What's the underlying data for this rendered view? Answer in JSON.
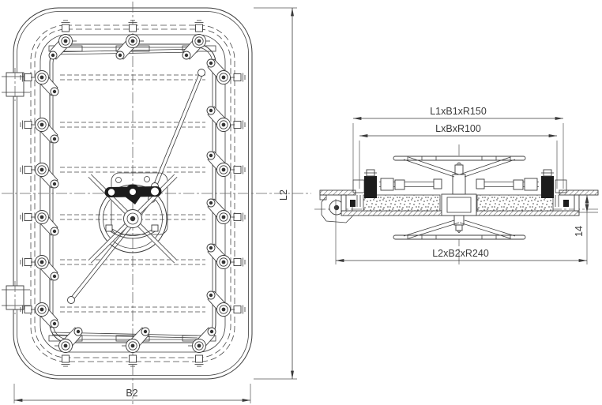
{
  "drawing": {
    "background": "#ffffff",
    "line_color": "#3c3c3c",
    "front_view": {
      "dim_height_label": "L2",
      "dim_width_label": "B2"
    },
    "section_view": {
      "dim_frame_label": "L1xB1xR150",
      "dim_clear_label": "LxBxR100",
      "dim_door_label": "L2xB2xR240",
      "dim_offset_label": "14"
    }
  }
}
